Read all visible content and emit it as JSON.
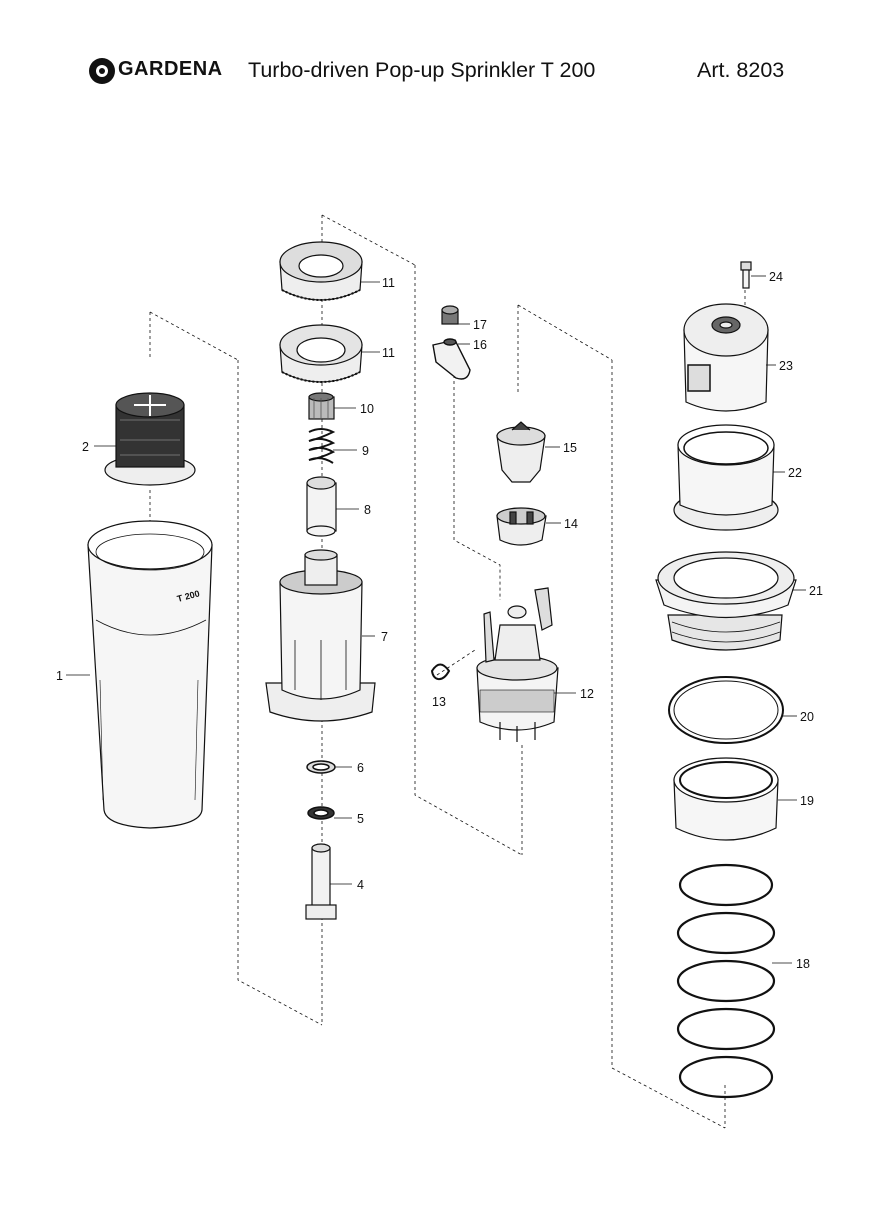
{
  "header": {
    "brand": "GARDENA",
    "title": "Turbo-driven Pop-up Sprinkler T 200",
    "article": "Art. 8203"
  },
  "parts": [
    {
      "num": "1"
    },
    {
      "num": "2"
    },
    {
      "num": "4"
    },
    {
      "num": "5"
    },
    {
      "num": "6"
    },
    {
      "num": "7"
    },
    {
      "num": "8"
    },
    {
      "num": "9"
    },
    {
      "num": "10"
    },
    {
      "num": "11"
    },
    {
      "num": "11"
    },
    {
      "num": "12"
    },
    {
      "num": "13"
    },
    {
      "num": "14"
    },
    {
      "num": "15"
    },
    {
      "num": "16"
    },
    {
      "num": "17"
    },
    {
      "num": "18"
    },
    {
      "num": "19"
    },
    {
      "num": "20"
    },
    {
      "num": "21"
    },
    {
      "num": "22"
    },
    {
      "num": "23"
    },
    {
      "num": "24"
    }
  ],
  "colors": {
    "line": "#111111",
    "fill_light": "#f4f4f4",
    "fill_mid": "#d8d8d8",
    "fill_dark": "#444444"
  }
}
